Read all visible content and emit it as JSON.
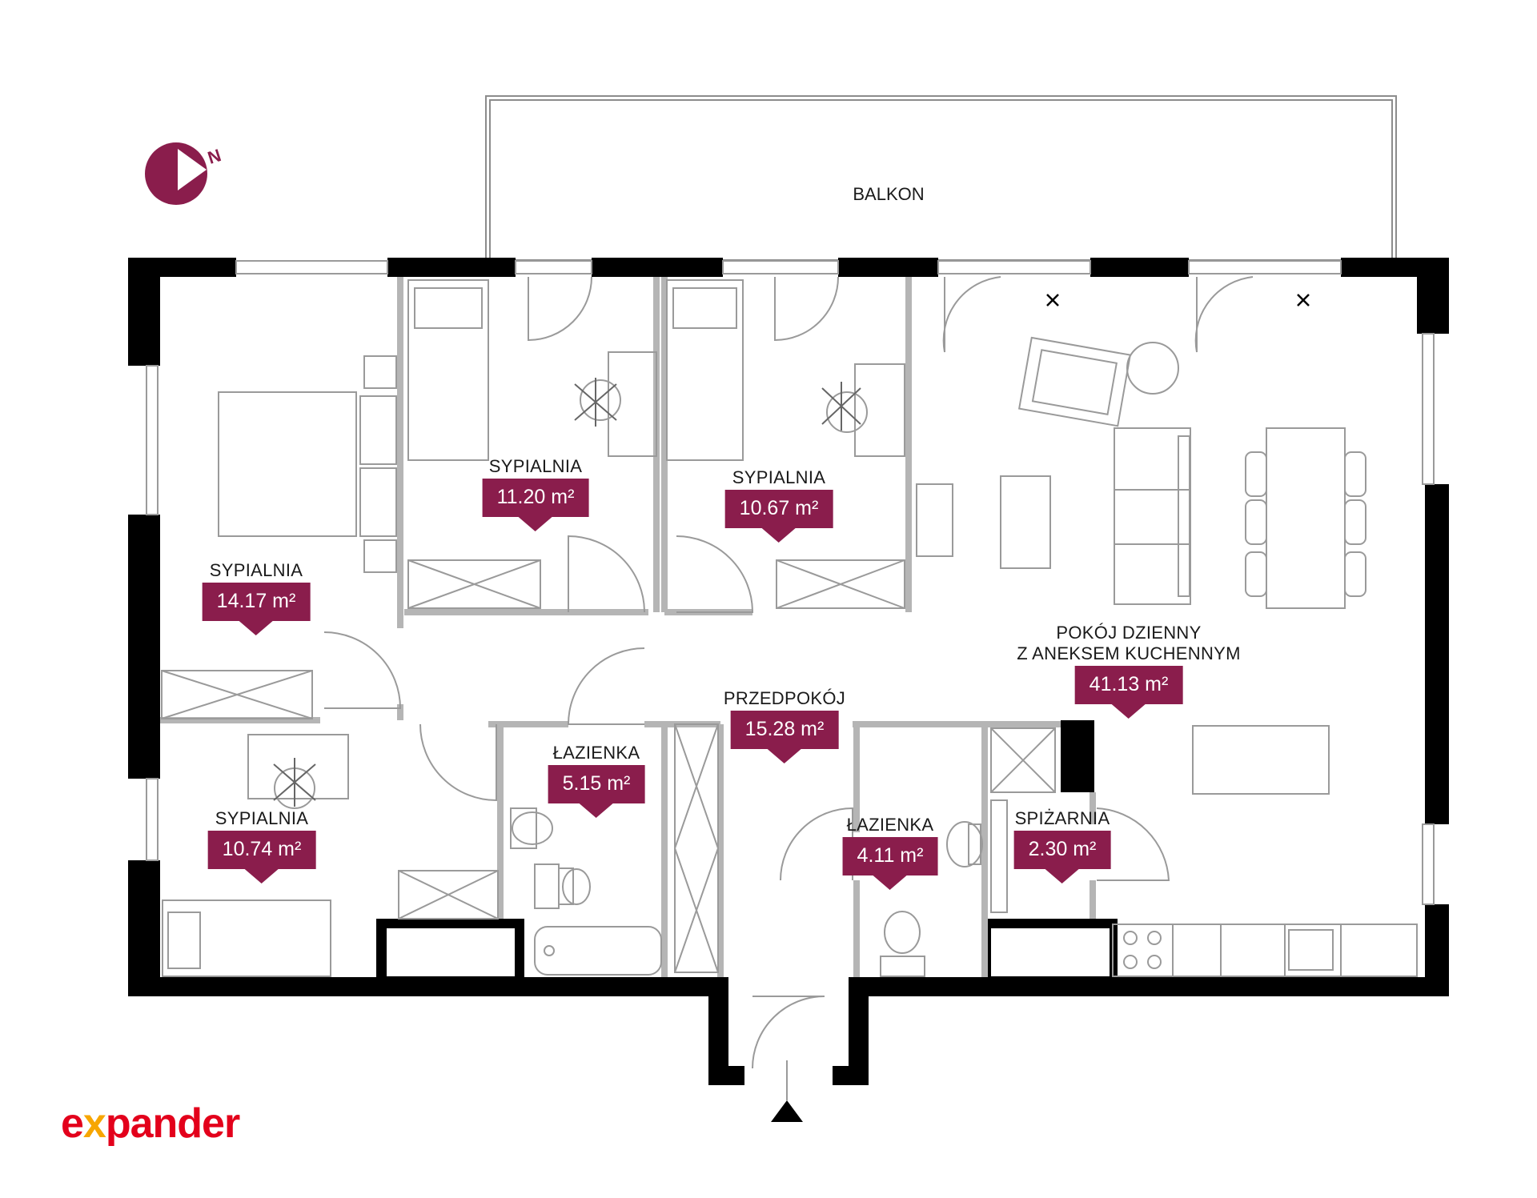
{
  "balcony": {
    "label": "BALKON"
  },
  "compass": {
    "letter": "N"
  },
  "brand": {
    "logo_e": "e",
    "logo_x": "x",
    "logo_rest": "pander"
  },
  "rooms": [
    {
      "name": "SYPIALNIA",
      "area": "14.17 m²"
    },
    {
      "name": "SYPIALNIA",
      "area": "11.20 m²"
    },
    {
      "name": "SYPIALNIA",
      "area": "10.67 m²"
    },
    {
      "name": "SYPIALNIA",
      "area": "10.74 m²"
    },
    {
      "name": "ŁAZIENKA",
      "area": "5.15 m²"
    },
    {
      "name": "PRZEDPOKÓJ",
      "area": "15.28 m²"
    },
    {
      "name": "ŁAZIENKA",
      "area": "4.11 m²"
    },
    {
      "name": "SPIŻARNIA",
      "area": "2.30 m²"
    },
    {
      "name_line1": "POKÓJ DZIENNY",
      "name_line2": "Z ANEKSEM KUCHENNYM",
      "area": "41.13 m²"
    }
  ],
  "colors": {
    "accent": "#8a1d4c",
    "wall": "#000000",
    "partition": "#b5b5b5",
    "logo_red": "#e3001b",
    "logo_orange": "#f7a600"
  }
}
